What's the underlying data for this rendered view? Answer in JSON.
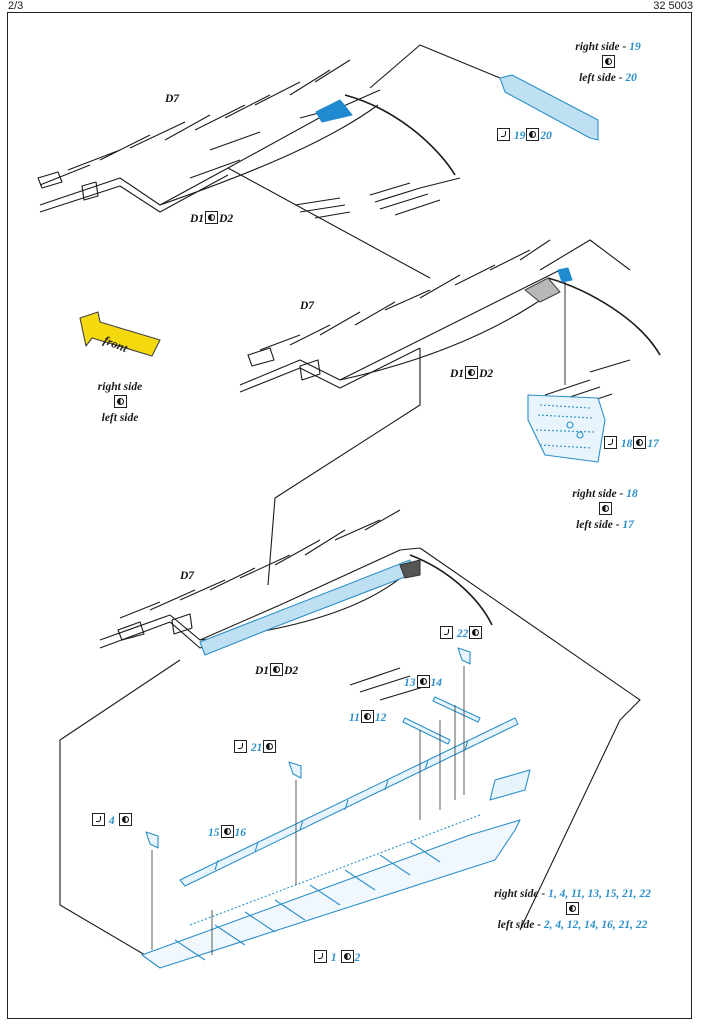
{
  "header": {
    "page": "2/3",
    "code": "32 5003"
  },
  "front_arrow": {
    "label": "front",
    "color": "#f5d90f"
  },
  "accent_color": "#2b8fc8",
  "part_color": "#bfe0f3",
  "section1": {
    "part_label": "D7",
    "variant": {
      "left": "D1",
      "right": "D2"
    },
    "side_note": {
      "right_label": "right side -",
      "right_num": "19",
      "left_label": "left side -",
      "left_num": "20"
    },
    "callout": {
      "a": "19",
      "b": "20"
    }
  },
  "section2": {
    "part_label": "D7",
    "variant": {
      "left": "D1",
      "right": "D2"
    },
    "orientation": {
      "right": "right side",
      "left": "left side"
    },
    "callout": {
      "a": "18",
      "b": "17"
    },
    "side_note": {
      "right_label": "right side -",
      "right_num": "18",
      "left_label": "left side -",
      "left_num": "17"
    }
  },
  "section3": {
    "part_label": "D7",
    "variant": {
      "left": "D1",
      "right": "D2"
    },
    "callouts": {
      "c22": "22",
      "c13": "13",
      "c14": "14",
      "c11": "11",
      "c12": "12",
      "c21": "21",
      "c4": "4",
      "c15": "15",
      "c16": "16",
      "c1": "1",
      "c2": "2"
    },
    "side_note": {
      "right_label": "right side -",
      "right_nums": "1, 4, 11, 13, 15, 21, 22",
      "left_label": "left side -",
      "left_nums": "2, 4, 12, 14, 16, 21, 22"
    }
  }
}
